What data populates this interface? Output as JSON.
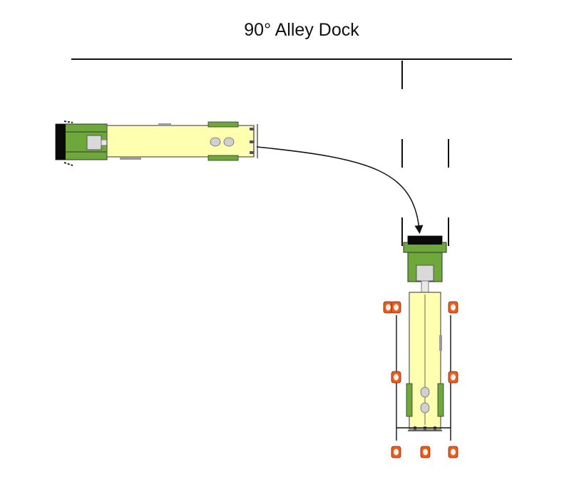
{
  "title": "90° Alley Dock",
  "colors": {
    "cab_green": "#6fa83a",
    "cab_dark": "#0a0a0a",
    "trailer_fill": "#ffffb0",
    "trailer_stroke": "#555555",
    "cone_orange": "#f05a1a",
    "line": "#111111",
    "gray": "#cfcfcf"
  },
  "icons": [
    "tractor-trailer-start",
    "tractor-trailer-docked",
    "path-arrow",
    "traffic-cone"
  ]
}
